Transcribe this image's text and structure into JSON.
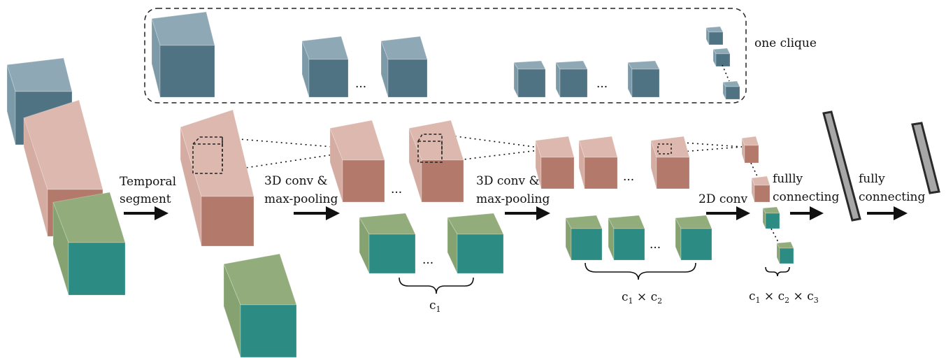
{
  "labels": {
    "one_clique": "one clique",
    "temporal": "Temporal",
    "segment": "segment",
    "conv3d_1a": "3D conv &",
    "conv3d_1b": "max-pooling",
    "conv3d_2a": "3D conv &",
    "conv3d_2b": "max-pooling",
    "conv2d": "2D conv",
    "fc1a": "fullly",
    "fc1b": "connecting",
    "fc2a": "fully",
    "fc2b": "connecting",
    "ellipsis": "···"
  },
  "braces": {
    "c1": {
      "base": "c",
      "sub": "1"
    },
    "c1c2": {
      "t1": "c",
      "s1": "1",
      "times": " × ",
      "t2": "c",
      "s2": "2"
    },
    "c1c2c3": {
      "t1": "c",
      "s1": "1",
      "times1": " × ",
      "t2": "c",
      "s2": "2",
      "times2": " × ",
      "t3": "c",
      "s3": "3"
    }
  },
  "colors": {
    "blue": {
      "front": "#4f7383",
      "side": "#7d9aa9",
      "top": "#8fa8b5"
    },
    "red": {
      "front": "#b37a6c",
      "side": "#d4aca2",
      "top": "#dcb8af"
    },
    "green": {
      "front": "#2c8c84",
      "side": "#86a271",
      "top": "#92ac7c"
    },
    "fc": {
      "fill": "#a7a7a7",
      "stroke": "#2a2a2a"
    }
  }
}
